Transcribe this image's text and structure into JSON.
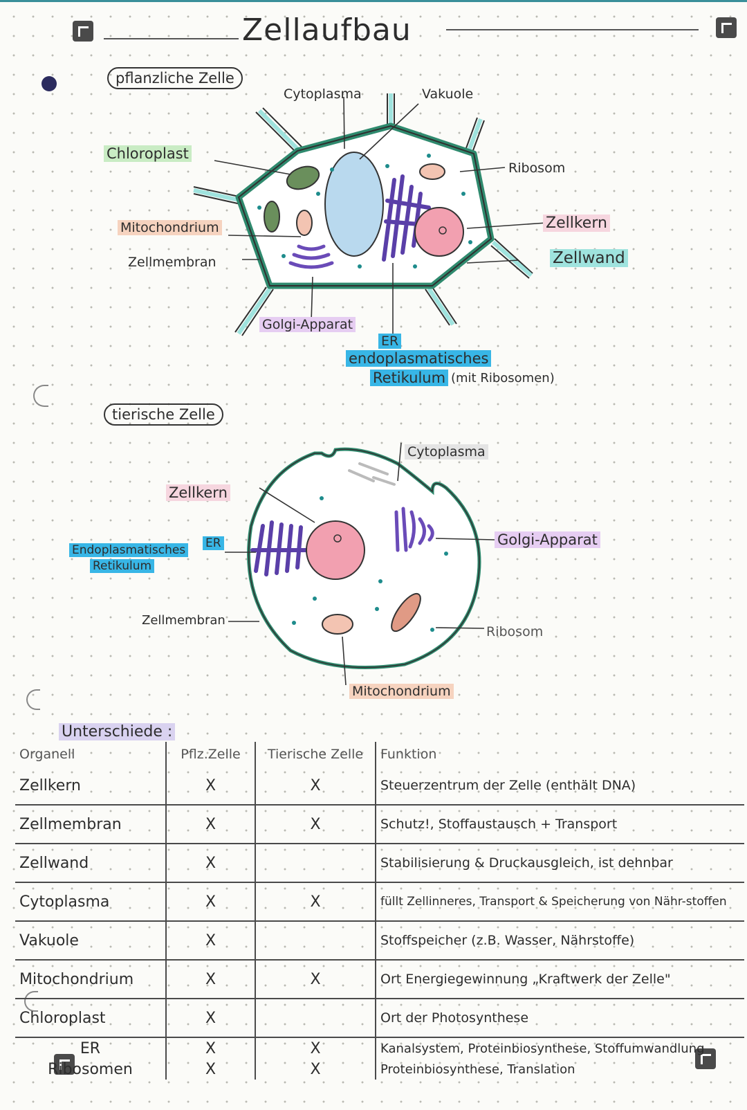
{
  "title": "Zellaufbau",
  "plant": {
    "heading": "pflanzliche Zelle",
    "labels": {
      "cytoplasma": "Cytoplasma",
      "vakuole": "Vakuole",
      "chloroplast": "Chloroplast",
      "ribosom": "Ribosom",
      "mitochondrium": "Mitochondrium",
      "zellkern": "Zellkern",
      "zellmembran": "Zellmembran",
      "zellwand": "Zellwand",
      "golgi": "Golgi-Apparat",
      "er_short": "ER",
      "er_long": "endoplasmatisches",
      "er_ret": "Retikulum",
      "er_note": "(mit Ribosomen)"
    }
  },
  "animal": {
    "heading": "tierische Zelle",
    "labels": {
      "cytoplasma": "Cytoplasma",
      "zellkern": "Zellkern",
      "er_a": "Endoplasmatisches",
      "er_short": "ER",
      "er_b": "Retikulum",
      "golgi": "Golgi-Apparat",
      "zellmembran": "Zellmembran",
      "ribosom": "Ribosom",
      "mitochondrium": "Mitochondrium"
    }
  },
  "table": {
    "caption": "Unterschiede :",
    "headers": [
      "Organell",
      "Pflz.Zelle",
      "Tierische Zelle",
      "Funktion"
    ],
    "rows": [
      {
        "organell": "Zellkern",
        "plant": "X",
        "animal": "X",
        "function": "Steuerzentrum der Zelle (enthält DNA)"
      },
      {
        "organell": "Zellmembran",
        "plant": "X",
        "animal": "X",
        "function": "Schutz!, Stoffaustausch + Transport"
      },
      {
        "organell": "Zellwand",
        "plant": "X",
        "animal": "",
        "function": "Stabilisierung & Druckausgleich, ist dehnbar"
      },
      {
        "organell": "Cytoplasma",
        "plant": "X",
        "animal": "X",
        "function": "füllt Zellinneres, Transport & Speicherung von Nähr-stoffen"
      },
      {
        "organell": "Vakuole",
        "plant": "X",
        "animal": "",
        "function": "Stoffspeicher (z.B. Wasser, Nährstoffe)"
      },
      {
        "organell": "Mitochondrium",
        "plant": "X",
        "animal": "X",
        "function": "Ort Energiegewinnung „Kraftwerk der Zelle\""
      },
      {
        "organell": "Chloroplast",
        "plant": "X",
        "animal": "",
        "function": "Ort der Photosynthese"
      },
      {
        "organell": "ER",
        "plant": "X",
        "animal": "X",
        "function": "Kanalsystem, Proteinbiosynthese, Stoffumwandlung"
      },
      {
        "organell": "Ribosomen",
        "plant": "X",
        "animal": "X",
        "function": "Proteinbiosynthese, Translation"
      }
    ]
  }
}
